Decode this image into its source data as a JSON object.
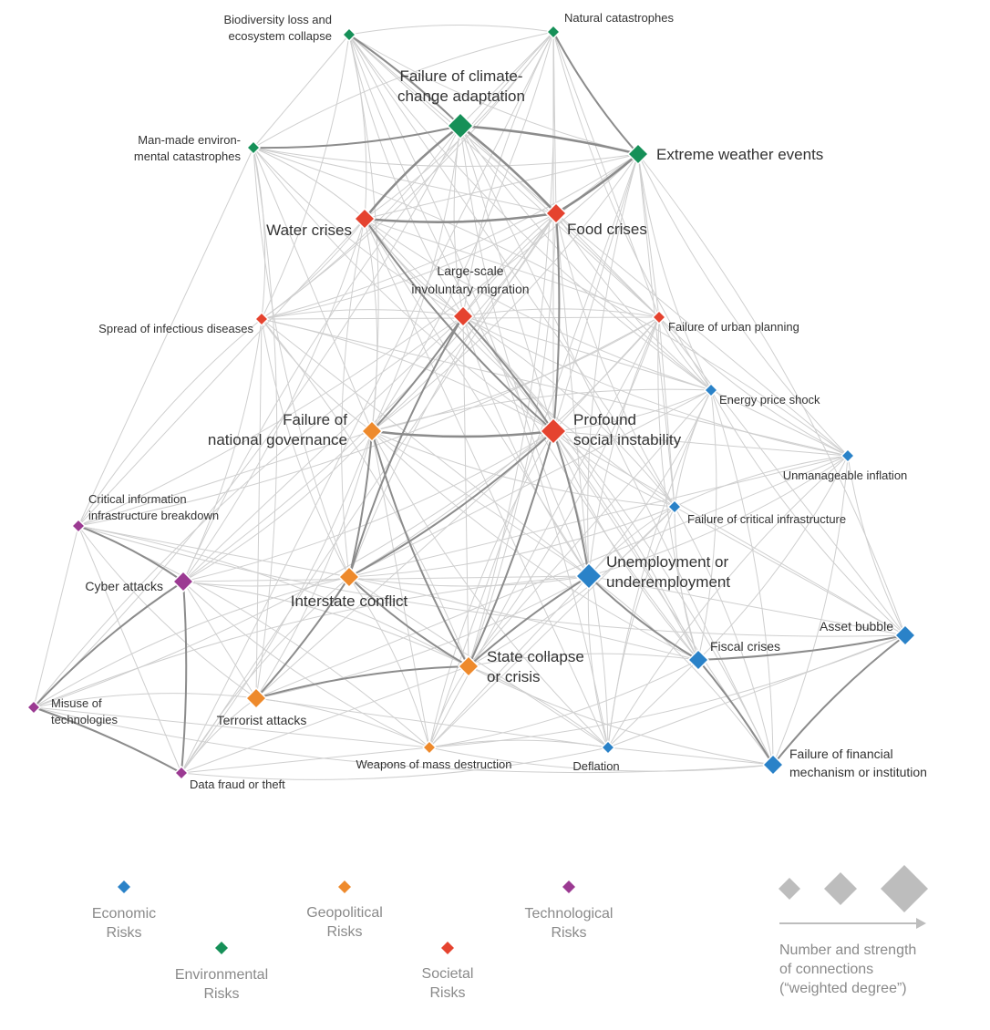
{
  "colors": {
    "economic": "#2a82c8",
    "environmental": "#169058",
    "geopolitical": "#ee8a2c",
    "societal": "#e5432f",
    "technological": "#9b3a92",
    "edge_light": "#cfcfcf",
    "edge_heavy": "#8c8c8c",
    "size_legend": "#bdbdbd"
  },
  "nodes": [
    {
      "id": "biodiversity",
      "label": [
        "Biodiversity loss and",
        "ecosystem collapse"
      ],
      "category": "environmental",
      "weight": 1
    },
    {
      "id": "natcat",
      "label": [
        "Natural catastrophes"
      ],
      "category": "environmental",
      "weight": 1
    },
    {
      "id": "climate",
      "label": [
        "Failure of climate-",
        "change adaptation"
      ],
      "category": "environmental",
      "weight": 3
    },
    {
      "id": "manmade",
      "label": [
        "Man-made environ-",
        "mental catastrophes"
      ],
      "category": "environmental",
      "weight": 1
    },
    {
      "id": "extreme",
      "label": [
        "Extreme weather events"
      ],
      "category": "environmental",
      "weight": 2
    },
    {
      "id": "water",
      "label": [
        "Water crises"
      ],
      "category": "societal",
      "weight": 2
    },
    {
      "id": "food",
      "label": [
        "Food crises"
      ],
      "category": "societal",
      "weight": 2
    },
    {
      "id": "migration",
      "label": [
        "Large-scale",
        "involuntary migration"
      ],
      "category": "societal",
      "weight": 2
    },
    {
      "id": "infectious",
      "label": [
        "Spread of infectious diseases"
      ],
      "category": "societal",
      "weight": 1
    },
    {
      "id": "urban",
      "label": [
        "Failure of urban planning"
      ],
      "category": "societal",
      "weight": 1
    },
    {
      "id": "energy",
      "label": [
        "Energy price shock"
      ],
      "category": "economic",
      "weight": 1
    },
    {
      "id": "governance",
      "label": [
        "Failure of",
        "national governance"
      ],
      "category": "geopolitical",
      "weight": 2
    },
    {
      "id": "instability",
      "label": [
        "Profound",
        "social instability"
      ],
      "category": "societal",
      "weight": 3
    },
    {
      "id": "inflation",
      "label": [
        "Unmanageable inflation"
      ],
      "category": "economic",
      "weight": 1
    },
    {
      "id": "infobreak",
      "label": [
        "Critical information",
        "infrastructure breakdown"
      ],
      "category": "technological",
      "weight": 1
    },
    {
      "id": "critinfra",
      "label": [
        "Failure of critical infrastructure"
      ],
      "category": "economic",
      "weight": 1
    },
    {
      "id": "cyber",
      "label": [
        "Cyber attacks"
      ],
      "category": "technological",
      "weight": 2
    },
    {
      "id": "unemployment",
      "label": [
        "Unemployment or",
        "underemployment"
      ],
      "category": "economic",
      "weight": 3
    },
    {
      "id": "interstate",
      "label": [
        "Interstate conflict"
      ],
      "category": "geopolitical",
      "weight": 2
    },
    {
      "id": "asset",
      "label": [
        "Asset bubble"
      ],
      "category": "economic",
      "weight": 2
    },
    {
      "id": "fiscal",
      "label": [
        "Fiscal crises"
      ],
      "category": "economic",
      "weight": 2
    },
    {
      "id": "statecollapse",
      "label": [
        "State collapse",
        "or crisis"
      ],
      "category": "geopolitical",
      "weight": 2
    },
    {
      "id": "misuse",
      "label": [
        "Misuse of",
        "technologies"
      ],
      "category": "technological",
      "weight": 1
    },
    {
      "id": "terrorist",
      "label": [
        "Terrorist attacks"
      ],
      "category": "geopolitical",
      "weight": 2
    },
    {
      "id": "wmd",
      "label": [
        "Weapons of mass destruction"
      ],
      "category": "geopolitical",
      "weight": 1
    },
    {
      "id": "deflation",
      "label": [
        "Deflation"
      ],
      "category": "economic",
      "weight": 1
    },
    {
      "id": "datafraud",
      "label": [
        "Data fraud or theft"
      ],
      "category": "technological",
      "weight": 1
    },
    {
      "id": "finmech",
      "label": [
        "Failure of financial",
        "mechanism or institution"
      ],
      "category": "economic",
      "weight": 2
    }
  ],
  "heavy_edges": [
    [
      "climate",
      "extreme"
    ],
    [
      "climate",
      "water"
    ],
    [
      "climate",
      "food"
    ],
    [
      "water",
      "food"
    ],
    [
      "extreme",
      "food"
    ],
    [
      "governance",
      "instability"
    ],
    [
      "instability",
      "unemployment"
    ],
    [
      "migration",
      "interstate"
    ],
    [
      "migration",
      "governance"
    ],
    [
      "governance",
      "statecollapse"
    ],
    [
      "governance",
      "interstate"
    ],
    [
      "interstate",
      "statecollapse"
    ],
    [
      "interstate",
      "terrorist"
    ],
    [
      "statecollapse",
      "terrorist"
    ],
    [
      "instability",
      "statecollapse"
    ],
    [
      "unemployment",
      "fiscal"
    ],
    [
      "fiscal",
      "finmech"
    ],
    [
      "asset",
      "finmech"
    ],
    [
      "asset",
      "fiscal"
    ],
    [
      "cyber",
      "infobreak"
    ],
    [
      "cyber",
      "datafraud"
    ],
    [
      "cyber",
      "misuse"
    ],
    [
      "misuse",
      "datafraud"
    ],
    [
      "manmade",
      "climate"
    ],
    [
      "biodiversity",
      "climate"
    ],
    [
      "natcat",
      "extreme"
    ],
    [
      "migration",
      "instability"
    ],
    [
      "water",
      "instability"
    ],
    [
      "food",
      "instability"
    ],
    [
      "interstate",
      "instability"
    ],
    [
      "statecollapse",
      "unemployment"
    ]
  ],
  "legend": {
    "categories": [
      {
        "key": "economic",
        "label": [
          "Economic",
          "Risks"
        ]
      },
      {
        "key": "geopolitical",
        "label": [
          "Geopolitical",
          "Risks"
        ]
      },
      {
        "key": "technological",
        "label": [
          "Technological",
          "Risks"
        ]
      },
      {
        "key": "environmental",
        "label": [
          "Environmental",
          "Risks"
        ]
      },
      {
        "key": "societal",
        "label": [
          "Societal",
          "Risks"
        ]
      }
    ],
    "size_caption": [
      "Number and strength",
      "of connections",
      "(“weighted degree”)"
    ]
  }
}
